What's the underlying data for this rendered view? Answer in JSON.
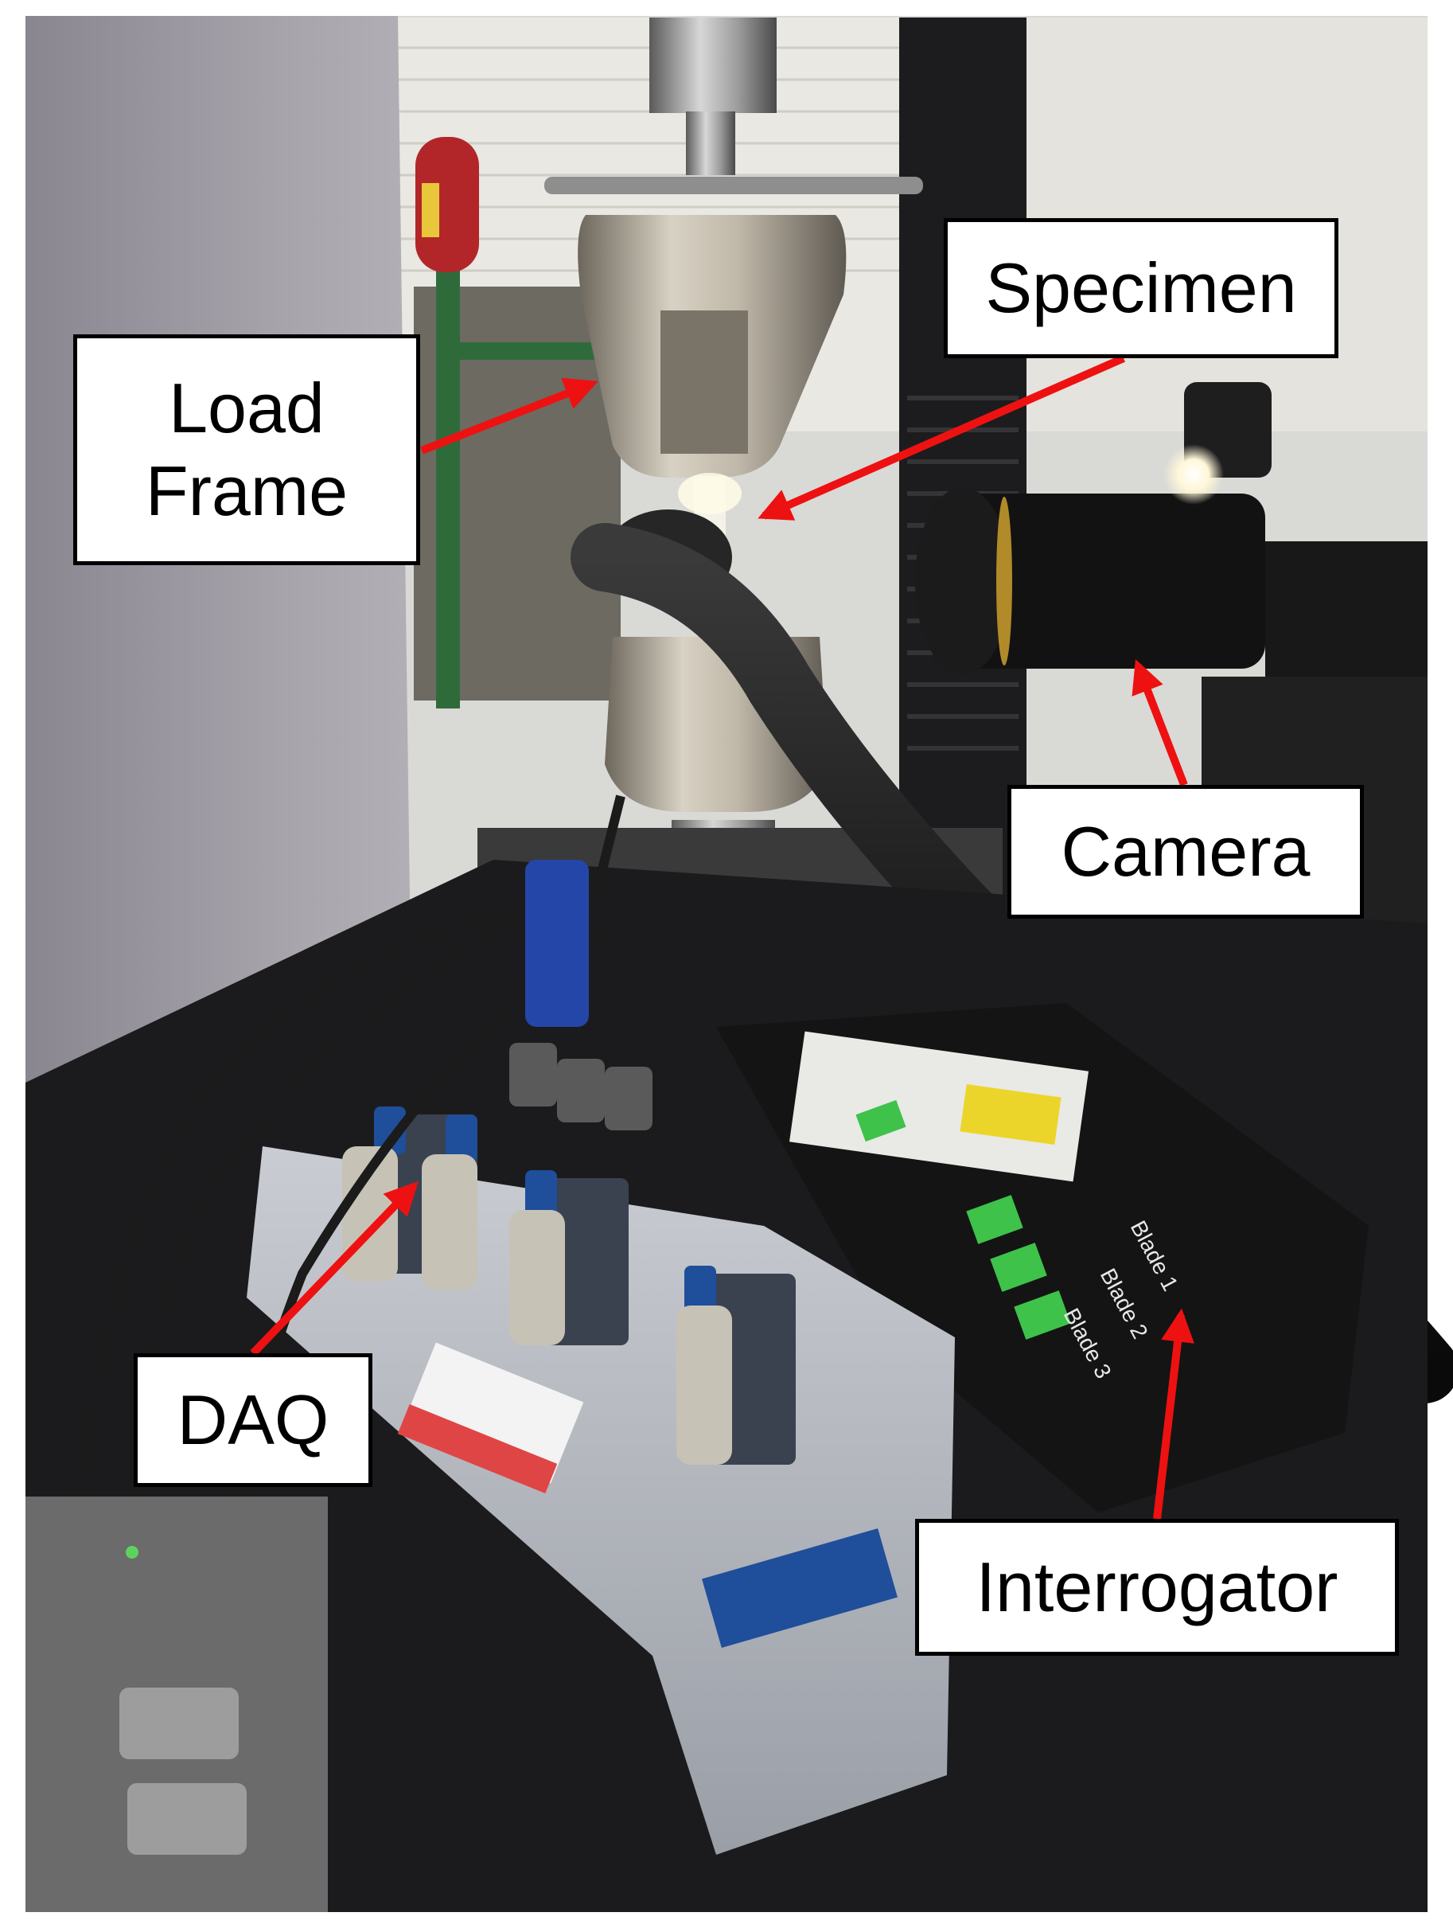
{
  "labels": {
    "load_frame": [
      "Load",
      "Frame"
    ],
    "specimen": "Specimen",
    "camera": "Camera",
    "daq": "DAQ",
    "interrogator": "Interrogator"
  },
  "device_text": {
    "blade_1": "Blade 1",
    "blade_2": "Blade 2",
    "blade_3": "Blade 3"
  },
  "colors": {
    "arrow": "#ee1111",
    "callout_border": "#000000",
    "callout_fill": "#ffffff",
    "connector_green": "#3ec24a",
    "daq_blue": "#1f4e9a",
    "tape_red": "#e04545"
  }
}
